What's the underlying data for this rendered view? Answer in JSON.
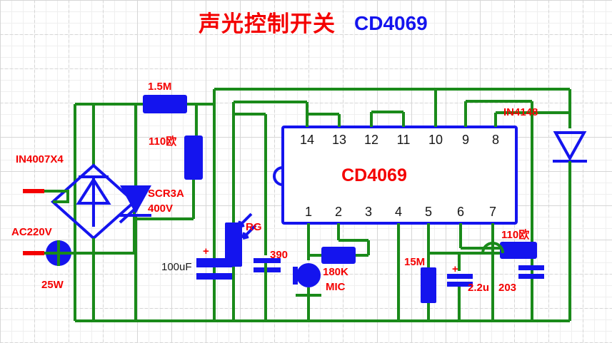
{
  "title": {
    "chinese": "声光控制开关",
    "chinese_color": "#f40000",
    "part": "CD4069",
    "part_color": "#1414ee"
  },
  "ic": {
    "name": "CD4069",
    "border_color": "#1414ee",
    "name_color": "#f40000",
    "pins_top": [
      "14",
      "13",
      "12",
      "11",
      "10",
      "9",
      "8"
    ],
    "pins_bottom": [
      "1",
      "2",
      "3",
      "4",
      "5",
      "6",
      "7"
    ]
  },
  "labels": {
    "bridge": "IN4007X4",
    "source": "AC220V",
    "lamp": "25W",
    "r_gate": "110欧",
    "scr": "SCR3A",
    "scr_v": "400V",
    "r_main": "1.5M",
    "c_filter": "100uF",
    "ldr": "RG",
    "c_390": "390",
    "r_180k": "180K",
    "mic": "MIC",
    "r_15m": "15M",
    "c_22u": "2.2u",
    "c_203": "203",
    "r_110b": "110欧",
    "diode": "IN4148"
  },
  "colors": {
    "wire": "#1a8a1a",
    "component": "#1414ee",
    "label": "#f40000",
    "terminal": "#f40000",
    "pin_text": "#151515"
  }
}
